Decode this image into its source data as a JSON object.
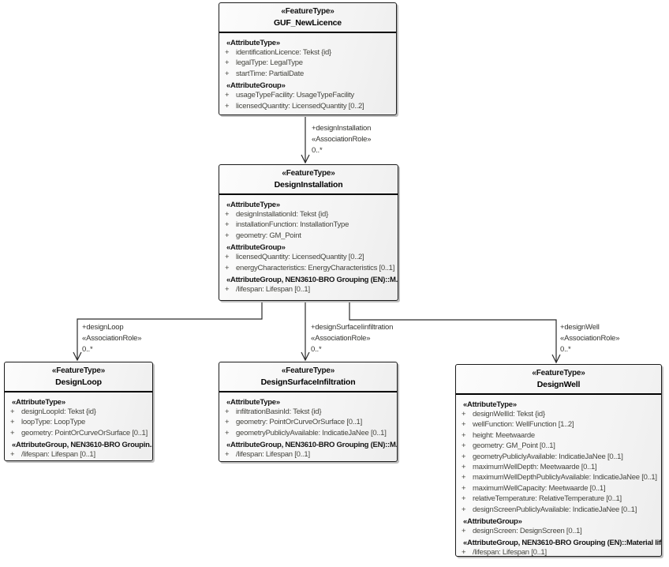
{
  "colors": {
    "box_border": "#1b1b1b",
    "box_fill_light": "#fcfcfc",
    "box_fill_dark": "#ededed",
    "shadow": "#bfbfbf",
    "attribute_text": "#45453f",
    "header_text": "#141414",
    "connector_line": "#2b2b2b"
  },
  "classes": {
    "newLicence": {
      "stereotype": "«FeatureType»",
      "name": "GUF_NewLicence",
      "rows": [
        {
          "text": "«AttributeType»"
        },
        {
          "vis": "+",
          "text": "identificationLicence: Tekst {id}"
        },
        {
          "vis": "+",
          "text": "legalType: LegalType"
        },
        {
          "vis": "+",
          "text": "startTime: PartialDate"
        },
        {
          "text": "«AttributeGroup»"
        },
        {
          "vis": "+",
          "text": "usageTypeFacility: UsageTypeFacility"
        },
        {
          "vis": "+",
          "text": "licensedQuantity: LicensedQuantity [0..2]"
        }
      ]
    },
    "installation": {
      "stereotype": "«FeatureType»",
      "name": "DesignInstallation",
      "rows": [
        {
          "text": "«AttributeType»"
        },
        {
          "vis": "+",
          "text": "designInstallationId: Tekst {id}"
        },
        {
          "vis": "+",
          "text": "installationFunction: InstallationType"
        },
        {
          "vis": "+",
          "text": "geometry: GM_Point"
        },
        {
          "text": "«AttributeGroup»"
        },
        {
          "vis": "+",
          "text": "licensedQuantity: LicensedQuantity [0..2]"
        },
        {
          "vis": "+",
          "text": "energyCharacteristics: EnergyCharacteristics [0..1]"
        },
        {
          "text": "«AttributeGroup, NEN3610-BRO Grouping (EN)::M..."
        },
        {
          "vis": "+",
          "text": "/lifespan: Lifespan [0..1]"
        }
      ]
    },
    "loop": {
      "stereotype": "«FeatureType»",
      "name": "DesignLoop",
      "rows": [
        {
          "text": "«AttributeType»"
        },
        {
          "vis": "+",
          "text": "designLoopId: Tekst {id}"
        },
        {
          "vis": "+",
          "text": "loopType: LoopType"
        },
        {
          "vis": "+",
          "text": "geometry: PointOrCurveOrSurface [0..1]"
        },
        {
          "text": "«AttributeGroup, NEN3610-BRO Groupin..."
        },
        {
          "vis": "+",
          "text": "/lifespan: Lifespan [0..1]"
        }
      ]
    },
    "surface": {
      "stereotype": "«FeatureType»",
      "name": "DesignSurfaceInfiltration",
      "rows": [
        {
          "text": "«AttributeType»"
        },
        {
          "vis": "+",
          "text": "infiltrationBasinId: Tekst {id}"
        },
        {
          "vis": "+",
          "text": "geometry: PointOrCurveOrSurface [0..1]"
        },
        {
          "vis": "+",
          "text": "geometryPubliclyAvailable: IndicatieJaNee [0..1]"
        },
        {
          "text": "«AttributeGroup, NEN3610-BRO Grouping (EN)::M..."
        },
        {
          "vis": "+",
          "text": "/lifespan: Lifespan [0..1]"
        }
      ]
    },
    "well": {
      "stereotype": "«FeatureType»",
      "name": "DesignWell",
      "rows": [
        {
          "text": "«AttributeType»"
        },
        {
          "vis": "+",
          "text": "designWellId: Tekst {id}"
        },
        {
          "vis": "+",
          "text": "wellFunction: WellFunction [1..2]"
        },
        {
          "vis": "+",
          "text": "height: Meetwaarde"
        },
        {
          "vis": "+",
          "text": "geometry: GM_Point [0..1]"
        },
        {
          "vis": "+",
          "text": "geometryPubliclyAvailable: IndicatieJaNee [0..1]"
        },
        {
          "vis": "+",
          "text": "maximumWellDepth: Meetwaarde [0..1]"
        },
        {
          "vis": "+",
          "text": "maximumWellDepthPubliclyAvailable: IndicatieJaNee [0..1]"
        },
        {
          "vis": "+",
          "text": "maximumWellCapacity: Meetwaarde [0..1]"
        },
        {
          "vis": "+",
          "text": "relativeTemperature: RelativeTemperature [0..1]"
        },
        {
          "vis": "+",
          "text": "designScreenPubliclyAvailable: IndicatieJaNee [0..1]"
        },
        {
          "text": "«AttributeGroup»"
        },
        {
          "vis": "+",
          "text": "designScreen: DesignScreen [0..1]"
        },
        {
          "text": "«AttributeGroup, NEN3610-BRO Grouping (EN)::Material lif..."
        },
        {
          "vis": "+",
          "text": "/lifespan: Lifespan [0..1]"
        }
      ]
    }
  },
  "associations": {
    "installation": {
      "role": "+designInstallation",
      "stereotype": "«AssociationRole»",
      "mult": "0..*"
    },
    "loop": {
      "role": "+designLoop",
      "stereotype": "«AssociationRole»",
      "mult": "0..*"
    },
    "surface": {
      "role": "+designSurfaceIinfiltration",
      "stereotype": "«AssociationRole»",
      "mult": "0..*"
    },
    "well": {
      "role": "+designWell",
      "stereotype": "«AssociationRole»",
      "mult": "0..*"
    }
  }
}
